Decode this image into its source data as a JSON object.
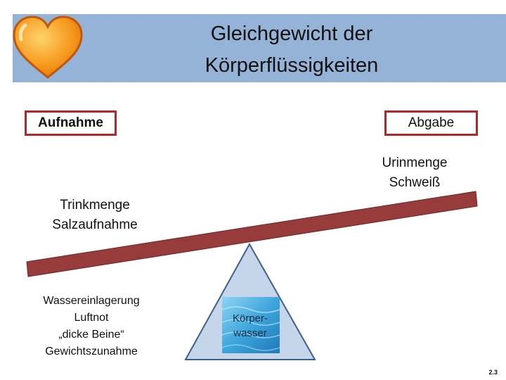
{
  "header": {
    "title_line1": "Gleichgewicht der",
    "title_line2": "Körperflüssigkeiten",
    "logo_icon": "heart-icon",
    "band_color": "#95b3d7"
  },
  "intake": {
    "label": "Aufnahme",
    "items": [
      "Trinkmenge",
      "Salzaufnahme"
    ]
  },
  "output": {
    "label": "Abgabe",
    "items": [
      "Urinmenge",
      "Schweiß"
    ]
  },
  "symptoms": [
    "Wassereinlagerung",
    "Luftnot",
    "„dicke Beine“",
    "Gewichtszunahme"
  ],
  "fulcrum": {
    "label_line1": "Körper-",
    "label_line2": "wasser"
  },
  "colors": {
    "beam": "#973b3b",
    "box_border": "#b3262b",
    "fulcrum_fill": "#c5d6ea",
    "fulcrum_stroke": "#3e5f8a"
  },
  "page_number": "2.3"
}
